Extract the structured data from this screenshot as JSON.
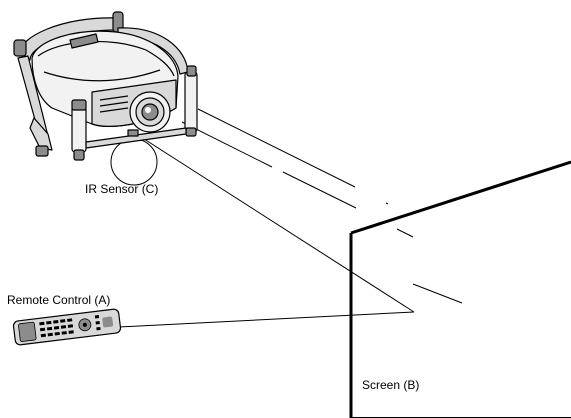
{
  "diagram": {
    "labels": {
      "ir_sensor": "IR Sensor (C)",
      "remote_control": "Remote Control (A)",
      "screen": "Screen (B)"
    },
    "colors": {
      "line": "#000000",
      "fill_light": "#f2f2f2",
      "fill_mid": "#d9d9d9",
      "fill_dark": "#8c8c8c",
      "background": "#ffffff"
    },
    "icons": {
      "projector": "projector-icon",
      "remote": "remote-control-icon",
      "screen": "projection-screen-icon"
    }
  }
}
